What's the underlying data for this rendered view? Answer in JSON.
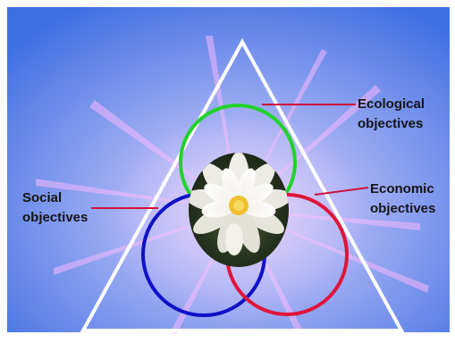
{
  "diagram": {
    "labels": {
      "ecological": [
        "Ecological",
        "objectives"
      ],
      "economic": [
        "Economic",
        "objectives"
      ],
      "social": [
        "Social",
        "objectives"
      ]
    },
    "colors": {
      "background_center": "#c9c9f5",
      "background_edge": "#3f6fe3",
      "frame": "#ffffff",
      "triangle": "#ffffff",
      "ecological_ring": "#22d22a",
      "economic_ring": "#e0143a",
      "social_ring": "#1010c8",
      "leader_line": "#d0103c",
      "rays": "#f6a8ff",
      "flower_petal": "#ffffff",
      "flower_center": "#f2c030",
      "flower_bg": "#2f3b24"
    }
  }
}
